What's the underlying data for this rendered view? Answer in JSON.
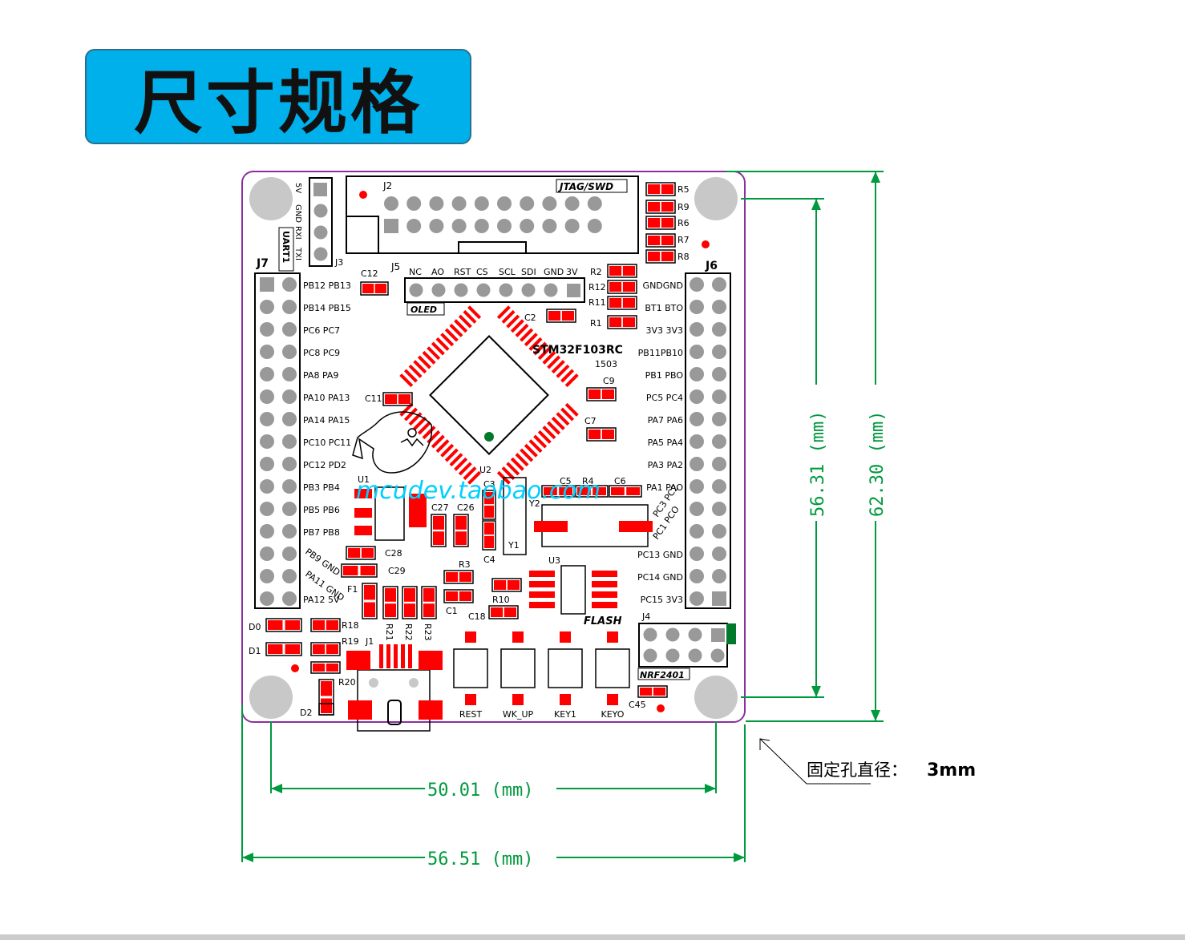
{
  "title": "尺寸规格",
  "colors": {
    "title_bg": "#00b0eb",
    "board_outline": "#8b2fa0",
    "pad_red": "#ff0000",
    "silk": "#000000",
    "dimension_green": "#009a3e",
    "watermark": "#00d0ff",
    "mount_hole": "#c8c8c8"
  },
  "board": {
    "chip_name": "STM32F103RC",
    "chip_code": "1503",
    "watermark": "mcudev.taobao.com",
    "headers": {
      "j2": "J2",
      "jtag": "JTAG/SWD",
      "j3": "J3",
      "uart": "UART1",
      "uart_pins": [
        "5V",
        "GND",
        "RXI",
        "TXI"
      ],
      "j5": "J5",
      "oled": "OLED",
      "oled_pins": [
        "NC",
        "AO",
        "RST",
        "CS",
        "SCL",
        "SDI",
        "GND",
        "3V"
      ],
      "j7": "J7",
      "j6": "J6",
      "j4": "J4",
      "nrf": "NRF2401",
      "flash": "FLASH"
    },
    "left_pin_labels": [
      "PB12 PB13",
      "PB14 PB15",
      "PC6  PC7",
      "PC8  PC9",
      "PA8  PA9",
      "PA10 PA13",
      "PA14 PA15",
      "PC10 PC11",
      "PC12 PD2",
      "PB3  PB4",
      "PB5  PB6",
      "PB7  PB8",
      "PB9  GND",
      "PA11 GND",
      "PA12  5V"
    ],
    "right_pin_labels": [
      "GNDGND",
      "BT1 BTO",
      "3V3 3V3",
      "PB11PB10",
      "PB1  PBO",
      "PC5 PC4",
      "PA7 PA6",
      "PA5 PA4",
      "PA3 PA2",
      "PA1 PAO",
      "PC3 PC2",
      "PC1 PCO",
      "PC13 GND",
      "PC14 GND",
      "PC15 3V3"
    ],
    "components": [
      "C12",
      "C2",
      "R2",
      "R12",
      "R11",
      "R1",
      "R5",
      "R9",
      "R6",
      "R7",
      "R8",
      "C9",
      "C7",
      "C11",
      "U1",
      "U2",
      "U3",
      "C5",
      "R4",
      "C6",
      "C27",
      "C26",
      "C3",
      "C4",
      "Y1",
      "Y2",
      "C28",
      "C29",
      "F1",
      "R3",
      "C1",
      "R10",
      "C18",
      "R21",
      "R22",
      "R23",
      "D0",
      "D1",
      "R18",
      "R19",
      "J1",
      "R20",
      "D2",
      "C45"
    ],
    "buttons": [
      "REST",
      "WK_UP",
      "KEY1",
      "KEYO"
    ]
  },
  "dimensions": {
    "height_inner": "56.31 (mm)",
    "height_outer": "62.30 (mm)",
    "width_inner": "50.01 (mm)",
    "width_outer": "56.51 (mm)",
    "hole_label": "固定孔直径：",
    "hole_value": "3mm"
  }
}
